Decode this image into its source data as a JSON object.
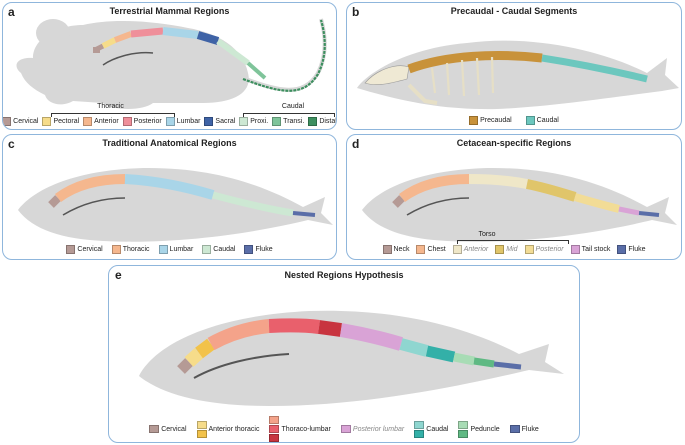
{
  "panels": {
    "a": {
      "letter": "a",
      "title": "Terrestrial Mammal Regions",
      "group_thoracic": "Thoracic",
      "group_caudal": "Caudal",
      "legend": [
        {
          "label": "Cervical",
          "color": "#b59a95"
        },
        {
          "label": "Pectoral",
          "color": "#f6dc8a"
        },
        {
          "label": "Anterior",
          "color": "#f5b78e"
        },
        {
          "label": "Posterior",
          "color": "#ef8f9a"
        },
        {
          "label": "Lumbar",
          "color": "#a9d5e8"
        },
        {
          "label": "Sacral",
          "color": "#3f63a6"
        },
        {
          "label": "Proxi.",
          "color": "#cde8d3"
        },
        {
          "label": "Transi.",
          "color": "#7fc49a"
        },
        {
          "label": "Distal",
          "color": "#3d8f5f"
        }
      ]
    },
    "b": {
      "letter": "b",
      "title": "Precaudal - Caudal Segments",
      "legend": [
        {
          "label": "Precaudal",
          "color": "#c8923a"
        },
        {
          "label": "Caudal",
          "color": "#6cc7be"
        }
      ]
    },
    "c": {
      "letter": "c",
      "title": "Traditional Anatomical Regions",
      "legend": [
        {
          "label": "Cervical",
          "color": "#b59a95"
        },
        {
          "label": "Thoracic",
          "color": "#f5b78e"
        },
        {
          "label": "Lumbar",
          "color": "#a9d5e8"
        },
        {
          "label": "Caudal",
          "color": "#cde8d3"
        },
        {
          "label": "Fluke",
          "color": "#5a6ea8"
        }
      ]
    },
    "d": {
      "letter": "d",
      "title": "Cetacean-specific Regions",
      "group_torso": "Torso",
      "legend": [
        {
          "label": "Neck",
          "color": "#b59a95",
          "italic": false
        },
        {
          "label": "Chest",
          "color": "#f5b78e",
          "italic": false
        },
        {
          "label": "Anterior",
          "color": "#efe7c8",
          "italic": true
        },
        {
          "label": "Mid",
          "color": "#e0c56a",
          "italic": true
        },
        {
          "label": "Posterior",
          "color": "#f2dc96",
          "italic": true
        },
        {
          "label": "Tail stock",
          "color": "#d9a3d6",
          "italic": false
        },
        {
          "label": "Fluke",
          "color": "#5a6ea8",
          "italic": false
        }
      ]
    },
    "e": {
      "letter": "e",
      "title": "Nested Regions Hypothesis",
      "legend": [
        {
          "label": "Cervical",
          "colors": [
            "#b59a95"
          ],
          "italic": false
        },
        {
          "label": "Anterior thoracic",
          "colors": [
            "#f6dc8a",
            "#f2c24a"
          ],
          "italic": false
        },
        {
          "label": "Thoraco-lumbar",
          "colors": [
            "#f4a38a",
            "#e9606c",
            "#c8343f"
          ],
          "italic": false
        },
        {
          "label": "Posterior lumbar",
          "colors": [
            "#d9a3d6"
          ],
          "italic": true
        },
        {
          "label": "Caudal",
          "colors": [
            "#8fd6d0",
            "#33b0a8"
          ],
          "italic": false
        },
        {
          "label": "Peduncle",
          "colors": [
            "#a8dcb5",
            "#5fb983"
          ],
          "italic": false
        },
        {
          "label": "Fluke",
          "colors": [
            "#5a6ea8"
          ],
          "italic": false
        }
      ]
    }
  }
}
